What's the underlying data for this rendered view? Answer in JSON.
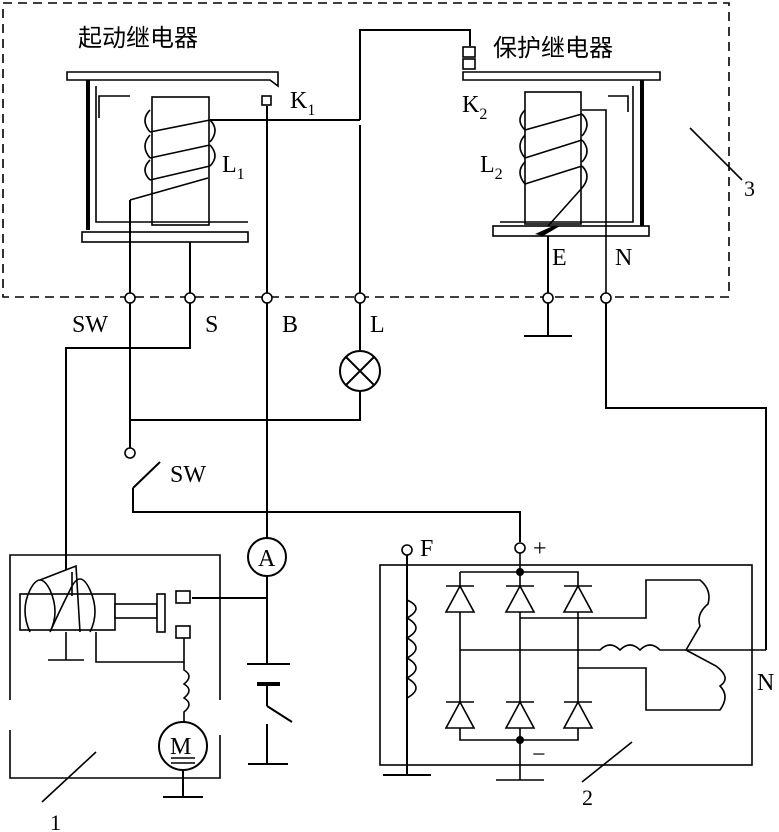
{
  "relays": {
    "start_relay_title": "起动继电器",
    "protect_relay_title": "保护继电器"
  },
  "labels": {
    "K": "K",
    "K1_sub": "1",
    "K2_sub": "2",
    "L": "L",
    "L1_sub": "1",
    "L2_sub": "2",
    "SW": "SW",
    "S": "S",
    "B": "B",
    "L_term": "L",
    "E": "E",
    "N": "N",
    "N_right": "N",
    "F": "F",
    "plus": "+",
    "minus": "−",
    "SW_switch": "SW",
    "ammeter": "A",
    "motor": "M",
    "ref1": "1",
    "ref2": "2",
    "ref3": "3"
  }
}
